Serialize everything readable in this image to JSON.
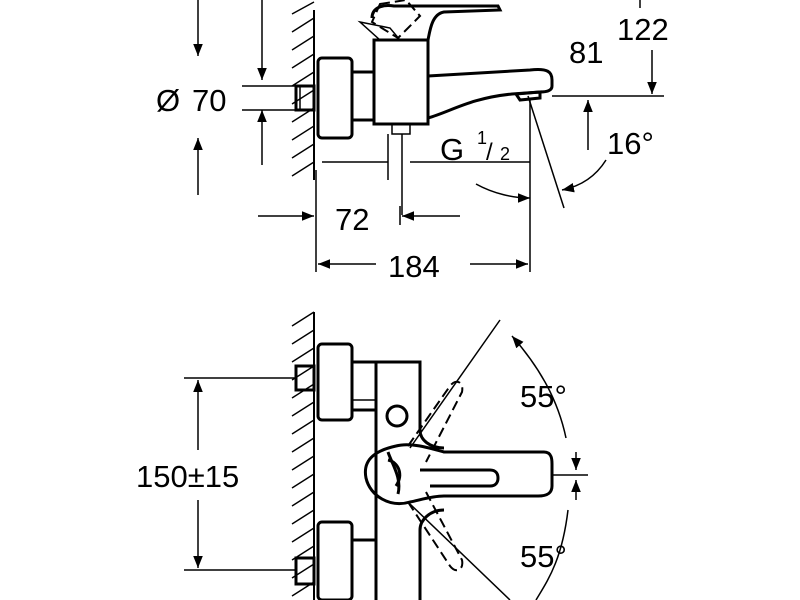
{
  "side_view": {
    "dimensions": {
      "height_top": "122",
      "height_spout": "81",
      "diameter_symbol": "Ø",
      "diameter_value": "70",
      "thread_prefix": "G",
      "thread_num": "1",
      "thread_den": "2",
      "angle": "16°",
      "offset": "72",
      "depth": "184"
    }
  },
  "front_view": {
    "dimensions": {
      "spacing": "150±15",
      "angle_upper": "55°",
      "angle_lower": "55°"
    }
  }
}
